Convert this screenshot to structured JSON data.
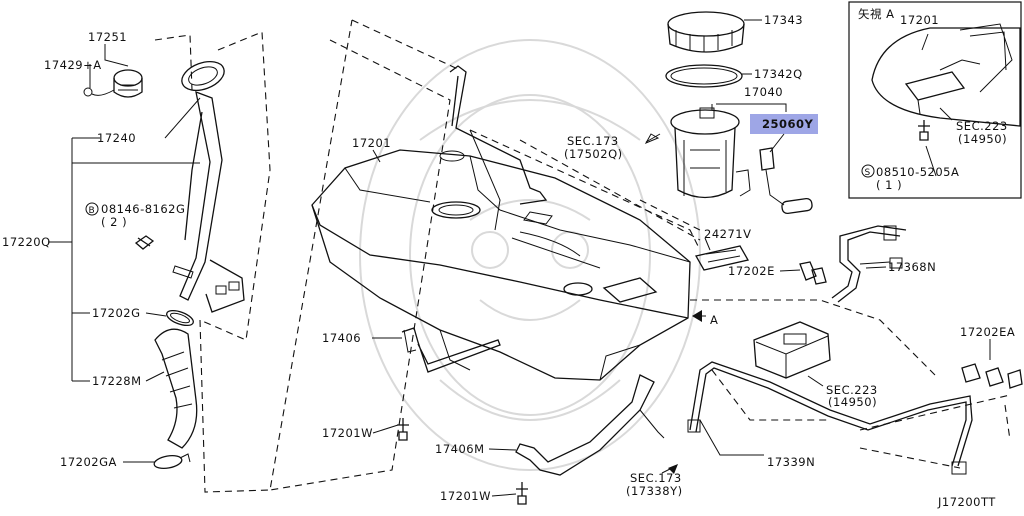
{
  "labels": {
    "p17251": "17251",
    "p17429a": "17429+A",
    "p17240": "17240",
    "p17220q": "17220Q",
    "p08146": "08146-8162G",
    "p08146_qty": "( 2 )",
    "p17202g": "17202G",
    "p17228m": "17228M",
    "p17202ga": "17202GA",
    "p17201_tank": "17201",
    "p17406": "17406",
    "p17201w_a": "17201W",
    "p17406m": "17406M",
    "p17201w_b": "17201W",
    "p17343": "17343",
    "p17342q": "17342Q",
    "p17040": "17040",
    "p25060y": "25060Y",
    "sec173_a": "SEC.173",
    "sec173_a_ref": "(17502Q)",
    "p24271v": "24271V",
    "p17202e": "17202E",
    "p17368n": "17368N",
    "arrow_a": "A",
    "sec223_main": "SEC.223",
    "sec223_main_ref": "(14950)",
    "p17339n": "17339N",
    "sec173_b": "SEC.173",
    "sec173_b_ref": "(17338Y)",
    "p17202ea": "17202EA",
    "diagram_code": "J17200TT"
  },
  "inset": {
    "title": "矢視 A",
    "part": "17201",
    "sec": "SEC.223",
    "sec_ref": "(14950)",
    "bolt": "08510-5205A",
    "bolt_qty": "( 1 )"
  },
  "colors": {
    "highlight": "#9ea6e6",
    "line": "#111111",
    "watermark": "#d9d9d9"
  }
}
